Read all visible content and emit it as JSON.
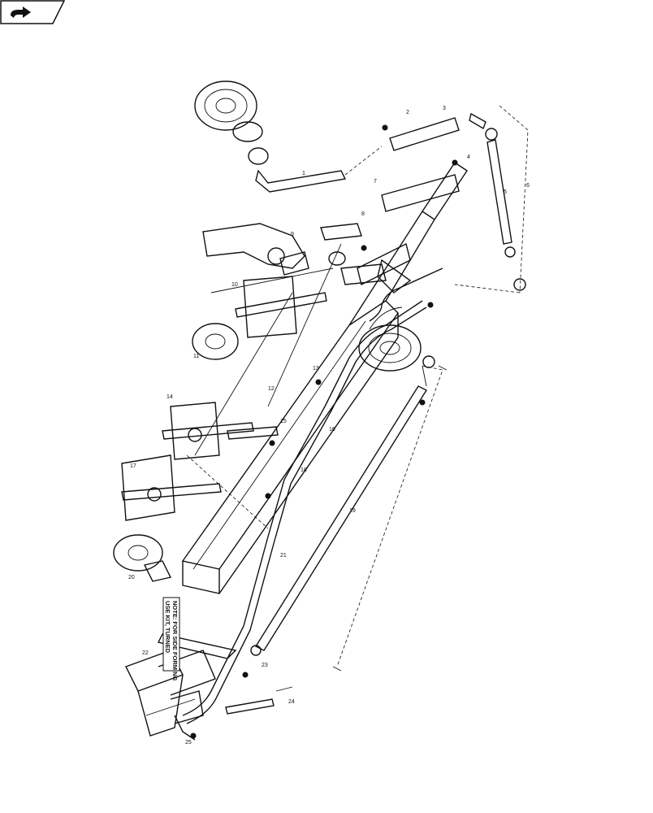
{
  "nav_tab": {
    "icon": "arrow-right-icon"
  },
  "note_box": {
    "line1": "NOTE: FOR SIDE FORMING",
    "line2": "USE KIT, TURNED"
  },
  "callouts": [
    "1",
    "2",
    "3",
    "4",
    "5",
    "6",
    "7",
    "8",
    "9",
    "10",
    "11",
    "12",
    "13",
    "14",
    "15",
    "16",
    "17",
    "18",
    "19",
    "20",
    "21",
    "22",
    "23",
    "24",
    "25"
  ],
  "colors": {
    "ink": "#111111",
    "paper": "#ffffff"
  }
}
